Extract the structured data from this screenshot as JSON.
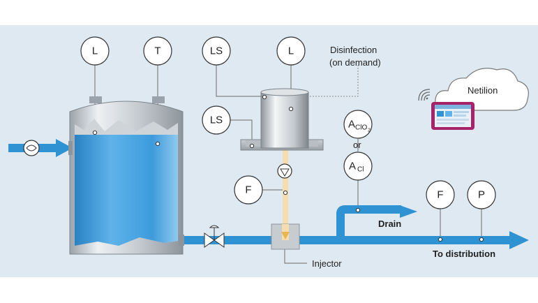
{
  "diagram": {
    "instruments": {
      "tank_level": "L",
      "tank_temperature": "T",
      "dosing_level_switch_top": "LS",
      "dosing_level": "L",
      "dosing_level_switch_side": "LS",
      "dosing_flow": "F",
      "analyzer_clo2_main": "A",
      "analyzer_clo2_sub": "ClO",
      "analyzer_clo2_subsub": "2",
      "analyzer_cl_main": "A",
      "analyzer_cl_sub": "Cl",
      "dist_flow": "F",
      "dist_pressure": "P"
    },
    "labels": {
      "disinfection_line1": "Disinfection",
      "disinfection_line2": "(on demand)",
      "or": "or",
      "drain": "Drain",
      "to_distribution": "To distribution",
      "injector": "Injector",
      "cloud": "Netilion"
    },
    "colors": {
      "background": "#dfe9f1",
      "pipe": "#2f93d3",
      "water": "#3d9bdc",
      "dosing_line": "#f5ddb0",
      "device": "#a8226a"
    }
  }
}
